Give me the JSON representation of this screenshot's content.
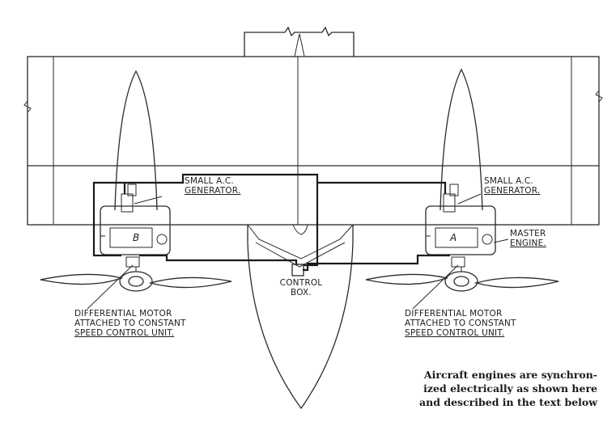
{
  "labels": {
    "gen_left": [
      "SMALL A.C.",
      "GENERATOR."
    ],
    "gen_right": [
      "SMALL A.C.",
      "GENERATOR."
    ],
    "master": [
      "MASTER",
      "ENGINE."
    ],
    "control": [
      "CONTROL",
      "BOX."
    ],
    "diff_left": [
      "DIFFERENTIAL MOTOR",
      "ATTACHED TO CONSTANT",
      "SPEED CONTROL UNIT."
    ],
    "diff_right": [
      "DIFFERENTIAL MOTOR",
      "ATTACHED TO CONSTANT",
      "SPEED CONTROL UNIT."
    ],
    "engine_left_letter": "B",
    "engine_right_letter": "A"
  },
  "caption": [
    "Aircraft engines are synchron-",
    "ized electrically as shown here",
    "and described in the text below"
  ]
}
